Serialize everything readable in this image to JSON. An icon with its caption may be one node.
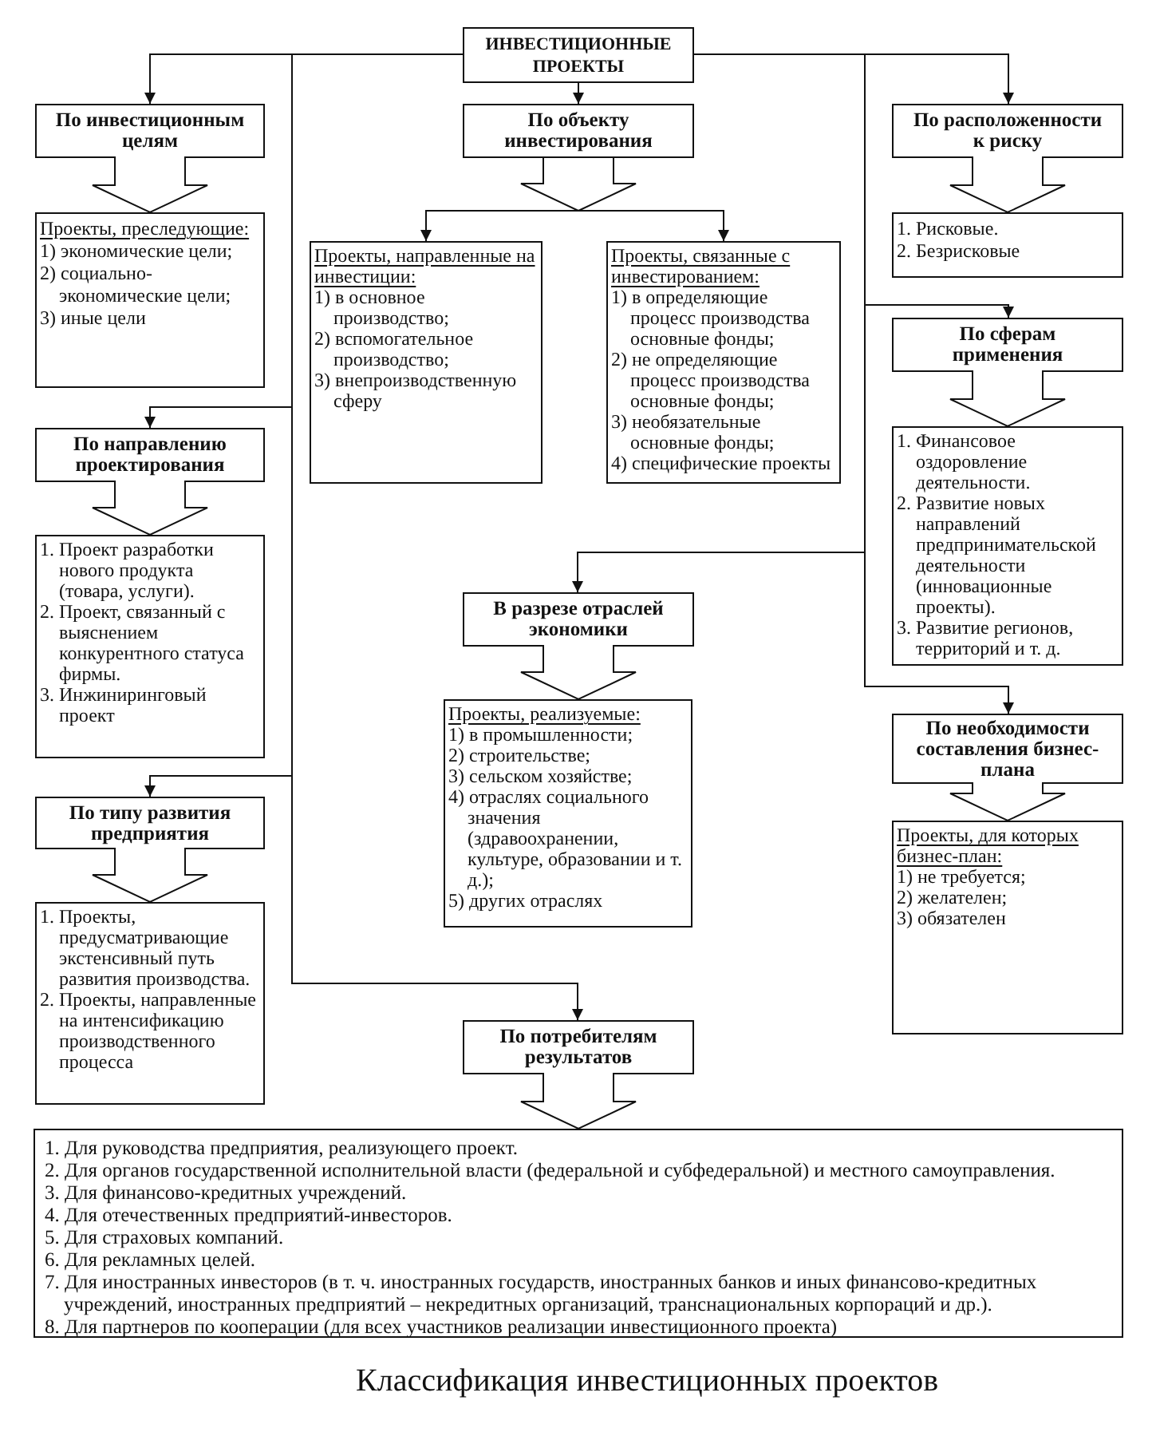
{
  "diagram": {
    "caption": "Классификация инвестиционных проектов",
    "nodes": [
      {
        "text": [
          "ИНВЕСТИЦИОННЫЕ ПРОЕКТЫ"
        ]
      },
      {
        "text": [
          "По инвестиционным целям"
        ]
      },
      {
        "text": [
          "Проекты, преследующие:",
          "1) экономические цели;",
          "2) социально-экономические цели;",
          "3) иные цели"
        ]
      },
      {
        "text": [
          "По объекту инвестирования"
        ]
      },
      {
        "text": [
          "Проекты, направленные на инвестиции:",
          "1) в основное производство;",
          "2) вспомогательное производство;",
          "3) внепроизводственную сферу"
        ]
      },
      {
        "text": [
          "Проекты, связанные с инвестированием:",
          "1) в определяющие процесс производства основные фонды;",
          "2) не определяющие процесс производства основные фонды;",
          "3) необязательные основные фонды;",
          "4) специфические проекты"
        ]
      },
      {
        "text": [
          "По расположенности к риску"
        ]
      },
      {
        "text": [
          "1. Рисковые.",
          "2. Безрисковые"
        ]
      },
      {
        "text": [
          "По сферам применения"
        ]
      },
      {
        "text": [
          "1. Финансовое оздоровление деятельности.",
          "2. Развитие новых направлений предпринимательской деятельности (инновационные проекты).",
          "3. Развитие регионов, территорий и т. д."
        ]
      },
      {
        "text": [
          "По направлению проектирования"
        ]
      },
      {
        "text": [
          "1. Проект разработки нового продукта (товара, услуги).",
          "2. Проект, связанный с выяснением конкурентного статуса фирмы.",
          "3. Инжиниринговый проект"
        ]
      },
      {
        "text": [
          "В разрезе отраслей экономики"
        ]
      },
      {
        "text": [
          "Проекты, реализуемые:",
          "1) в промышленности;",
          "2) строительстве;",
          "3) сельском хозяйстве;",
          "4) отраслях социального значения (здравоохранении, культуре, образовании и т. д.);",
          "5) других отраслях"
        ]
      },
      {
        "text": [
          "По необходимости составления бизнес-плана"
        ]
      },
      {
        "text": [
          "Проекты, для которых бизнес-план:",
          "1) не требуется;",
          "2) желателен;",
          "3) обязателен"
        ]
      },
      {
        "text": [
          "По типу развития предприятия"
        ]
      },
      {
        "text": [
          "1. Проекты, предусматривающие экстенсивный путь развития производства.",
          "2. Проекты, направленные на интенсификацию производственного процесса"
        ]
      },
      {
        "text": [
          "По потребителям результатов"
        ]
      },
      {
        "text": [
          "1. Для руководства предприятия, реализующего проект.",
          "2. Для органов государственной исполнительной власти (федеральной и субфедеральной) и местного самоуправления.",
          "3. Для финансово-кредитных учреждений.",
          "4. Для отечественных предприятий-инвесторов.",
          "5. Для страховых компаний.",
          "6. Для рекламных целей.",
          "7. Для иностранных инвесторов (в т. ч. иностранных государств, иностранных банков и иных финансово-кредитных учреждений, иностранных предприятий – некредитных организаций, транснациональных корпораций и др.).",
          "8. Для партнеров по кооперации (для всех участников реализации инвестиционного проекта)"
        ]
      }
    ],
    "edges": [
      {
        "from": 0,
        "to": 1,
        "arrow": "to"
      },
      {
        "from": 0,
        "to": 3,
        "arrow": "to"
      },
      {
        "from": 0,
        "to": 6,
        "arrow": "to"
      },
      {
        "from": 3,
        "to": 4,
        "arrow": "to"
      },
      {
        "from": 3,
        "to": 5,
        "arrow": "to"
      },
      {
        "from": 1,
        "to": 2,
        "arrow": "to",
        "style": "thick"
      },
      {
        "from": 6,
        "to": 7,
        "arrow": "to",
        "style": "thick"
      },
      {
        "from": 0,
        "to": 8,
        "arrow": "to"
      },
      {
        "from": 8,
        "to": 9,
        "arrow": "to",
        "style": "thick"
      },
      {
        "from": 0,
        "to": 10,
        "arrow": "to"
      },
      {
        "from": 10,
        "to": 11,
        "arrow": "to",
        "style": "thick"
      },
      {
        "from": 0,
        "to": 12,
        "arrow": "to"
      },
      {
        "from": 12,
        "to": 13,
        "arrow": "to",
        "style": "thick"
      },
      {
        "from": 0,
        "to": 14,
        "arrow": "to"
      },
      {
        "from": 14,
        "to": 15,
        "arrow": "to",
        "style": "thick"
      },
      {
        "from": 0,
        "to": 16,
        "arrow": "to"
      },
      {
        "from": 16,
        "to": 17,
        "arrow": "to",
        "style": "thick"
      },
      {
        "from": 0,
        "to": 18,
        "arrow": "to"
      },
      {
        "from": 18,
        "to": 19,
        "arrow": "to",
        "style": "thick"
      }
    ]
  }
}
